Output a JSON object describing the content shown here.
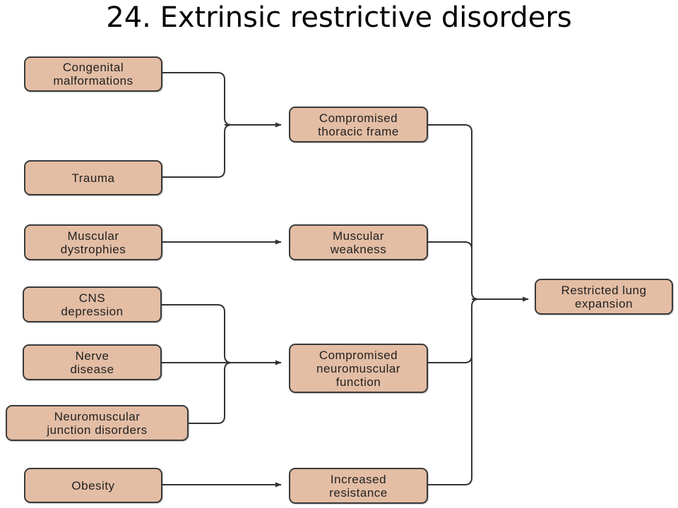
{
  "title": "24. Extrinsic restrictive disorders",
  "colors": {
    "box_fill": "#e3bda4",
    "box_border": "#3a3a3a",
    "line": "#333333"
  },
  "nodes": {
    "congenital": "Congenital\nmalformations",
    "trauma": "Trauma",
    "muscular_dystrophies": "Muscular\ndystrophies",
    "cns_depression": "CNS\ndepression",
    "nerve_disease": "Nerve\ndisease",
    "nmj_disorders": "Neuromuscular\njunction disorders",
    "obesity": "Obesity",
    "thoracic_frame": "Compromised\nthoracic frame",
    "muscular_weakness": "Muscular\nweakness",
    "neuromuscular_function": "Compromised\nneuromuscular\nfunction",
    "increased_resistance": "Increased\nresistance",
    "restricted_lung": "Restricted lung\nexpansion"
  }
}
